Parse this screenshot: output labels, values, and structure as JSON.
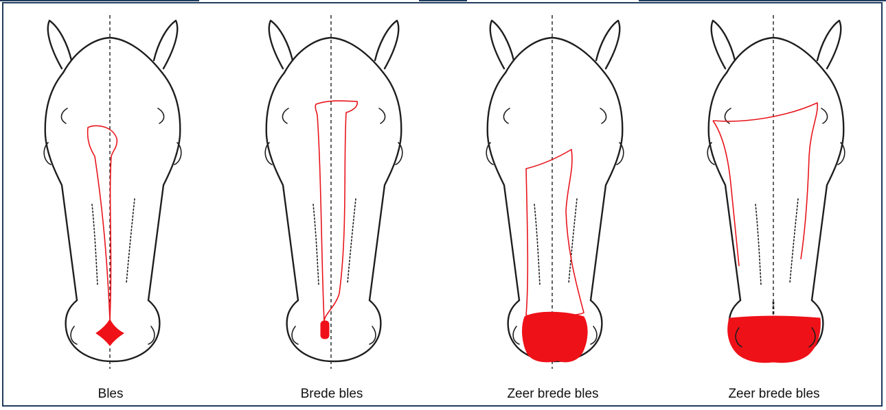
{
  "figure": {
    "captions": [
      "Bles",
      "Brede bles",
      "Zeer brede bles",
      "Zeer brede bles"
    ],
    "colors": {
      "border": "#1f3b5c",
      "marking": "#e8141b",
      "outline": "#1e1e1e"
    }
  }
}
